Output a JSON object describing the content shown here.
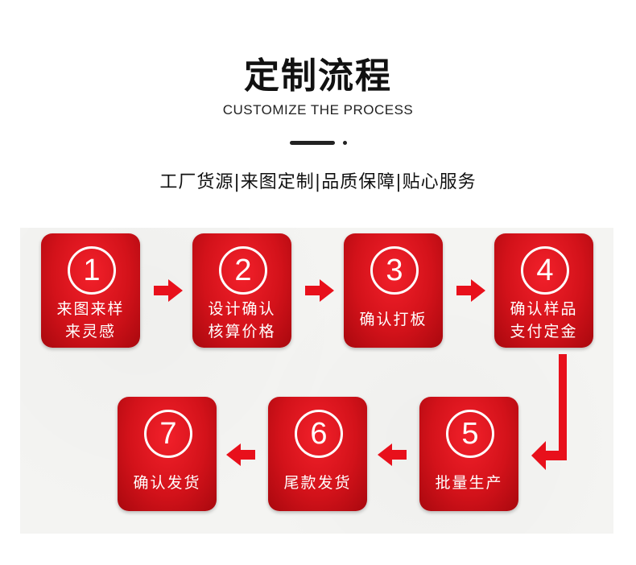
{
  "header": {
    "title": "定制流程",
    "subtitle": "CUSTOMIZE THE PROCESS",
    "tagline": "工厂货源|来图定制|品质保障|贴心服务"
  },
  "steps": [
    {
      "num": "1",
      "line1": "来图来样",
      "line2": "来灵感"
    },
    {
      "num": "2",
      "line1": "设计确认",
      "line2": "核算价格"
    },
    {
      "num": "3",
      "line1": "确认打板",
      "line2": ""
    },
    {
      "num": "4",
      "line1": "确认样品",
      "line2": "支付定金"
    },
    {
      "num": "5",
      "line1": "批量生产",
      "line2": ""
    },
    {
      "num": "6",
      "line1": "尾款发货",
      "line2": ""
    },
    {
      "num": "7",
      "line1": "确认发货",
      "line2": ""
    }
  ],
  "colors": {
    "accent": "#e01019",
    "arrow": "#e8101b"
  }
}
